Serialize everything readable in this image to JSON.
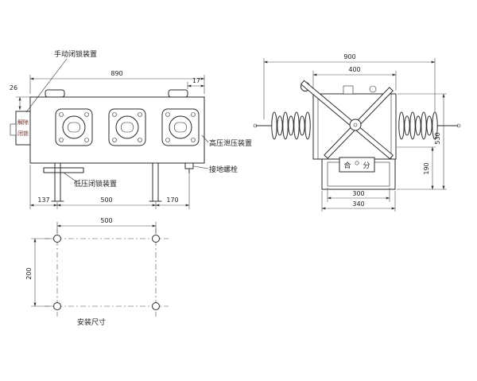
{
  "drawing": {
    "colors": {
      "background": "#ffffff",
      "line": "#2b2b2b",
      "dim_text": "#222222",
      "release_text": "#6e2f2a"
    },
    "front": {
      "labels": {
        "manual_lock": "手动闭锁装置",
        "release_1": "解除",
        "release_2": "闭锁",
        "low_voltage_lock": "低压闭锁装置",
        "hv_relief": "高压泄压装置",
        "ground_bolt": "接地螺栓",
        "install": "安装尺寸"
      },
      "dims": {
        "overall_width": "890",
        "lug_offset": "17",
        "left_offset": "26",
        "seg1": "137",
        "seg2": "500",
        "seg3": "170",
        "hole_span": "500",
        "hole_pitch": "200"
      }
    },
    "side": {
      "dims": {
        "overall": "900",
        "body": "400",
        "height": "530",
        "lower": "190",
        "inner_base": "300",
        "outer_base": "340"
      },
      "indicator": {
        "close": "合",
        "open": "分"
      }
    }
  }
}
